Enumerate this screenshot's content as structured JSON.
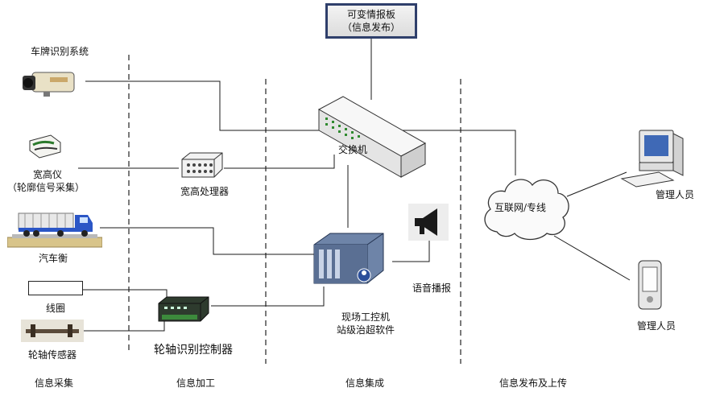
{
  "vms": {
    "line1": "可变情报板",
    "line2": "（信息发布）"
  },
  "devices": {
    "plate_system": "车牌识别系统",
    "width_height_line1": "宽高仪",
    "width_height_line2": "（轮廓信号采集）",
    "wh_processor": "宽高处理器",
    "truck_scale": "汽车衡",
    "coil": "线圈",
    "axle_sensor": "轮轴传感器",
    "axle_controller": "轮轴识别控制器",
    "switch": "交换机",
    "ipc_line1": "现场工控机",
    "ipc_line2": "站级治超软件",
    "voice": "语音播报",
    "cloud": "互联网/专线",
    "manager_pc": "管理人员",
    "manager_mobile": "管理人员"
  },
  "zones": [
    "信息采集",
    "信息加工",
    "信息集成",
    "信息发布及上传"
  ],
  "colors": {
    "line": "#1a1a1a",
    "dash": "#222222",
    "vms_border": "#2f3f6b",
    "truck_blue": "#2b56c6"
  }
}
